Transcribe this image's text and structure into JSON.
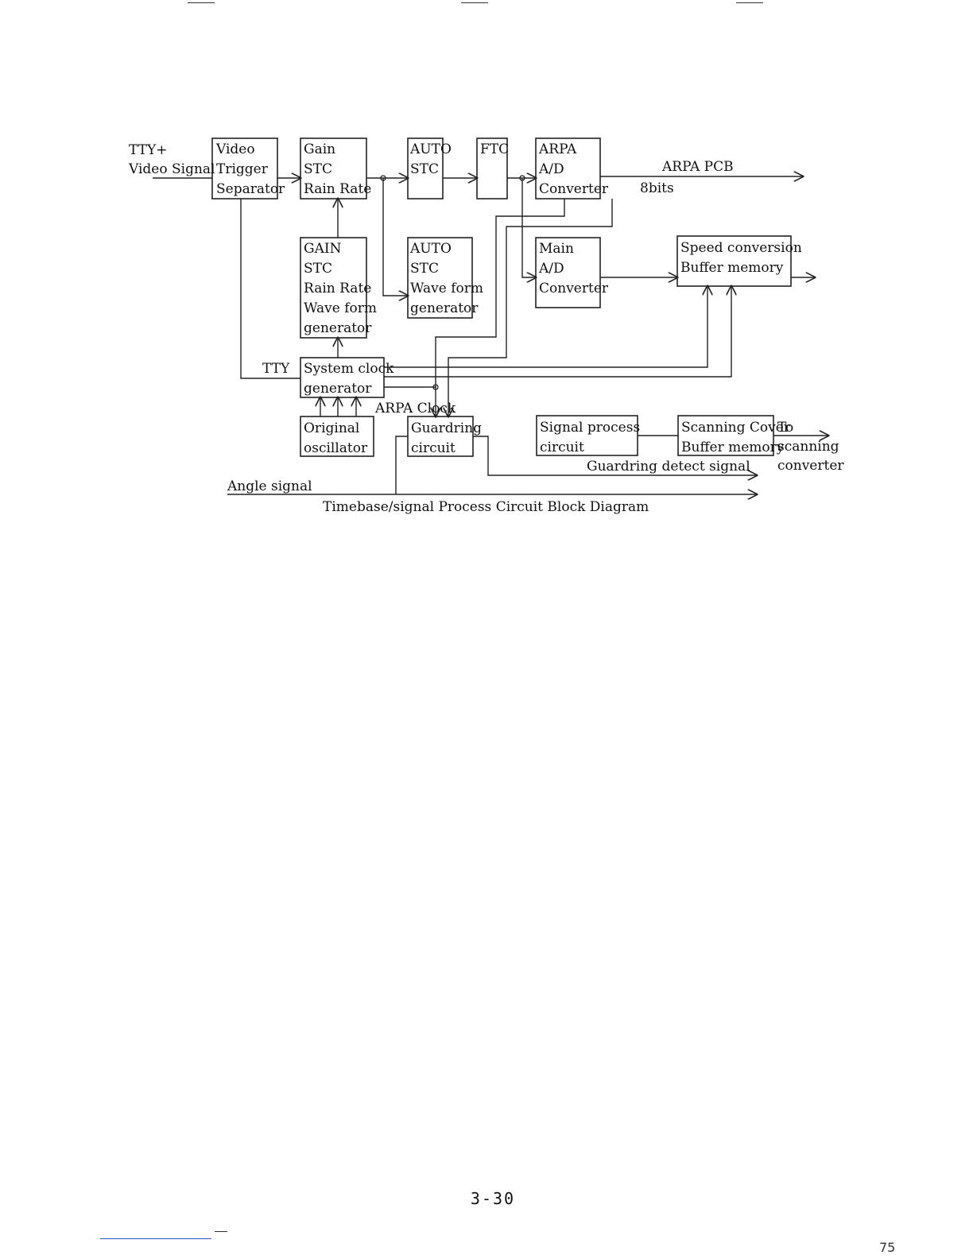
{
  "diagram": {
    "blocks": {
      "video_trigger_separator": [
        "Video",
        "Trigger",
        "Separator"
      ],
      "gain_stc_rain": [
        "Gain",
        "STC",
        "Rain Rate"
      ],
      "auto_stc": [
        "AUTO",
        "STC"
      ],
      "ftc": [
        "FTC"
      ],
      "arpa_ad": [
        "ARPA",
        "A/D",
        "Converter"
      ],
      "gain_waveform": [
        "GAIN",
        "STC",
        "Rain Rate",
        "Wave form",
        "generator"
      ],
      "auto_waveform": [
        "AUTO",
        "STC",
        "Wave form",
        "generator"
      ],
      "main_ad": [
        "Main",
        "A/D",
        "Converter"
      ],
      "speed_conversion": [
        "Speed conversion",
        "Buffer memory"
      ],
      "system_clock": [
        "System clock",
        "generator"
      ],
      "original_oscillator": [
        "Original",
        "oscillator"
      ],
      "guardring_circuit": [
        "Guardring",
        "circuit"
      ],
      "signal_process": [
        "Signal process",
        "circuit"
      ],
      "scanning_cover": [
        "Scanning Cover",
        "Buffer memory"
      ]
    },
    "labels": {
      "input_tty": "TTY+",
      "input_video": "Video Signal",
      "arpa_pcb": "ARPA PCB",
      "bits": "8bits",
      "tty": "TTY",
      "arpa_clock": "ARPA Clock",
      "to": "To",
      "scanning": "scanning",
      "converter": "converter",
      "guardring_detect": "Guardring detect signal",
      "angle_signal": "Angle signal"
    },
    "caption": "Timebase/signal Process Circuit Block Diagram"
  },
  "page": {
    "page_number": "3-30",
    "corner_mark": "75"
  }
}
